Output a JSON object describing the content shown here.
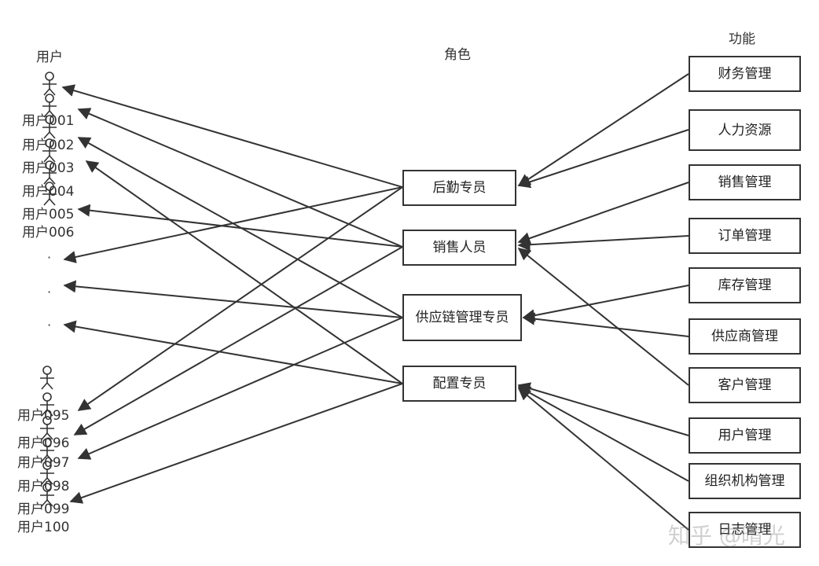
{
  "headers": {
    "users": "用户",
    "roles": "角色",
    "functions": "功能"
  },
  "roles": [
    "后勤专员",
    "销售人员",
    "供应链管理专员",
    "配置专员"
  ],
  "functions": [
    "财务管理",
    "人力资源",
    "销售管理",
    "订单管理",
    "库存管理",
    "供应商管理",
    "客户管理",
    "用户管理",
    "组织机构管理",
    "日志管理"
  ],
  "users_top": [
    "用户001",
    "用户002",
    "用户003",
    "用户004",
    "用户005",
    "用户006"
  ],
  "users_bottom": [
    "用户095",
    "用户096",
    "用户097",
    "用户098",
    "用户099",
    "用户100"
  ],
  "ellipsis": [
    "·",
    "·",
    "·"
  ],
  "watermark": "知乎 @晴光",
  "colors": {
    "line": "#333333",
    "box_border": "#333333",
    "text": "#333333"
  }
}
